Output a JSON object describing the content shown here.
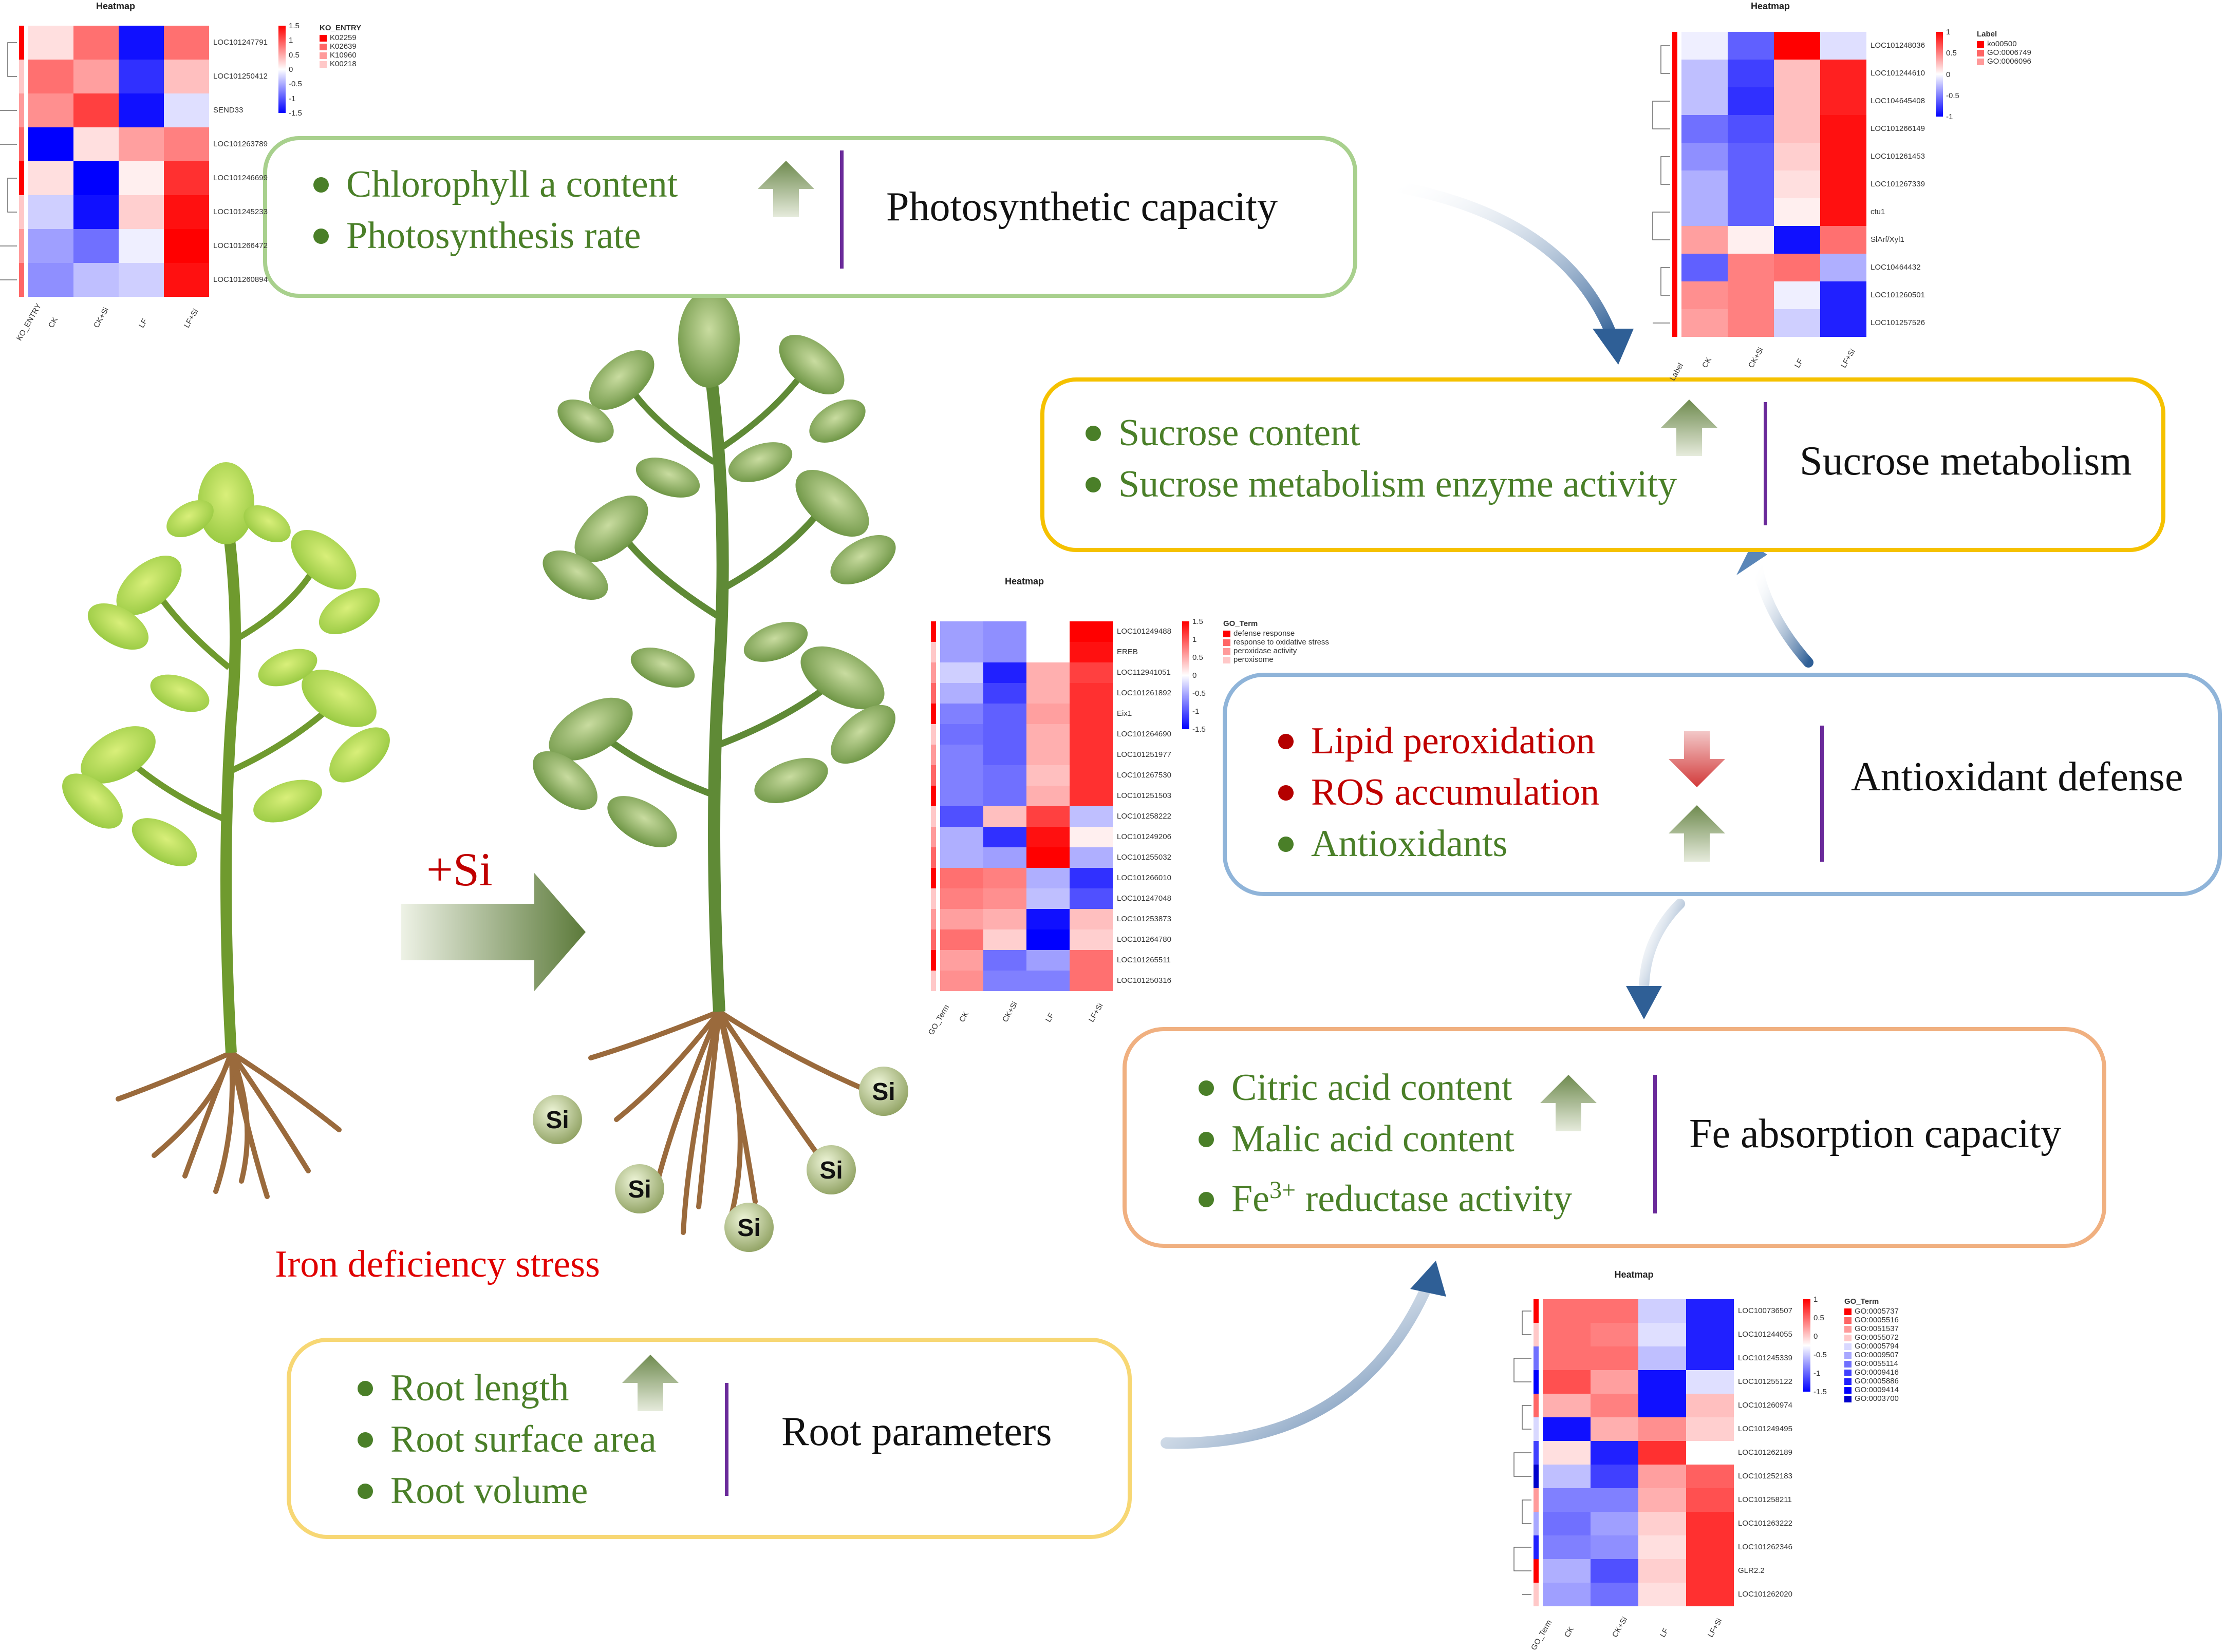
{
  "colors": {
    "green_text": "#4a7f28",
    "red_text": "#c00000",
    "box_green": "#a8d08d",
    "box_gold": "#f5c100",
    "box_blue": "#8fb4d9",
    "box_orange": "#f0b080",
    "box_yellow": "#f7d774",
    "divider": "#6a2a9a",
    "heat_high": "#ff0000",
    "heat_low": "#0000ff"
  },
  "photosynthesis": {
    "items": [
      "Chlorophyll a content",
      "Photosynthesis rate"
    ],
    "category": "Photosynthetic capacity",
    "arrow": "up"
  },
  "sucrose": {
    "items": [
      "Sucrose content",
      "Sucrose metabolism enzyme activity"
    ],
    "category": "Sucrose metabolism",
    "arrow": "up"
  },
  "antioxidant": {
    "items": [
      {
        "text": "Lipid peroxidation",
        "tone": "red"
      },
      {
        "text": "ROS accumulation",
        "tone": "red"
      },
      {
        "text": "Antioxidants",
        "tone": "green"
      }
    ],
    "category": "Antioxidant defense",
    "arrows": [
      "down",
      "up"
    ]
  },
  "fe_absorption": {
    "items": [
      "Citric acid content",
      "Malic acid content",
      "reductase activity"
    ],
    "fe_prefix": "Fe",
    "fe_sup": "3+",
    "category": "Fe absorption capacity",
    "arrow": "up"
  },
  "root": {
    "items": [
      "Root length",
      "Root surface area",
      "Root volume"
    ],
    "category": "Root parameters",
    "arrow": "up"
  },
  "plants": {
    "treatment_label": "+Si",
    "stress_label": "Iron deficiency stress",
    "si_label": "Si"
  },
  "heatmaps": {
    "h1": {
      "title": "Heatmap",
      "rows": [
        "LOC101247791",
        "LOC101250412",
        "SEND33",
        "LOC101263789",
        "LOC101246699",
        "LOC101245233",
        "LOC101266472",
        "LOC101260894"
      ],
      "cols": [
        "CK",
        "CK+Si",
        "LF",
        "LF+Si"
      ],
      "legend_title": "KO_ENTRY",
      "legend": [
        "K02259",
        "K02639",
        "K10960",
        "K00218"
      ],
      "scale": [
        "1.5",
        "1",
        "0.5",
        "0",
        "-0.5",
        "-1",
        "-1.5"
      ],
      "annot_label": "KO_ENTRY",
      "values": [
        [
          0.2,
          0.9,
          -1.5,
          0.9
        ],
        [
          0.9,
          0.6,
          -1.3,
          0.4
        ],
        [
          0.7,
          1.2,
          -1.5,
          -0.2
        ],
        [
          -1.6,
          0.2,
          0.6,
          0.8
        ],
        [
          0.2,
          -1.6,
          0.1,
          1.3
        ],
        [
          -0.3,
          -1.5,
          0.3,
          1.5
        ],
        [
          -0.6,
          -0.9,
          -0.1,
          1.6
        ],
        [
          -0.7,
          -0.4,
          -0.3,
          1.5
        ]
      ]
    },
    "h2": {
      "title": "Heatmap",
      "rows": [
        "LOC101248036",
        "LOC101244610",
        "LOC104645408",
        "LOC101266149",
        "LOC101261453",
        "LOC101267339",
        "ctu1",
        "SlArf/Xyl1",
        "LOC10464432",
        "LOC101260501",
        "LOC101257526"
      ],
      "cols": [
        "CK",
        "CK+Si",
        "LF",
        "LF+Si"
      ],
      "legend_title": "Label",
      "legend": [
        "ko00500",
        "GO:0006749",
        "GO:0006096"
      ],
      "scale": [
        "1",
        "0.5",
        "0",
        "-0.5",
        "-1"
      ],
      "annot_label": "Label",
      "values": [
        [
          -0.1,
          -1.0,
          1.6,
          -0.2
        ],
        [
          -0.4,
          -1.2,
          0.4,
          1.4
        ],
        [
          -0.4,
          -1.3,
          0.4,
          1.4
        ],
        [
          -0.9,
          -1.1,
          0.4,
          1.5
        ],
        [
          -0.7,
          -1.0,
          0.3,
          1.5
        ],
        [
          -0.5,
          -1.0,
          0.2,
          1.5
        ],
        [
          -0.5,
          -1.0,
          0.1,
          1.5
        ],
        [
          0.6,
          0.1,
          -1.5,
          0.9
        ],
        [
          -1.0,
          0.8,
          0.9,
          -0.5
        ],
        [
          0.7,
          0.8,
          -0.1,
          -1.4
        ],
        [
          0.6,
          0.8,
          -0.3,
          -1.4
        ]
      ]
    },
    "h3": {
      "title": "Heatmap",
      "rows": [
        "LOC101249488",
        "EREB",
        "LOC112941051",
        "LOC101261892",
        "Eix1",
        "LOC101264690",
        "LOC101251977",
        "LOC101267530",
        "LOC101251503",
        "LOC101258222",
        "LOC101249206",
        "LOC101255032",
        "LOC101266010",
        "LOC101247048",
        "LOC101253873",
        "LOC101264780",
        "LOC101265511",
        "LOC101250316"
      ],
      "cols": [
        "CK",
        "CK+Si",
        "LF",
        "LF+Si"
      ],
      "legend_title": "GO_Term",
      "legend": [
        "defense response",
        "response to oxidative stress",
        "peroxidase activity",
        "peroxisome"
      ],
      "scale": [
        "1.5",
        "1",
        "0.5",
        "0",
        "-0.5",
        "-1",
        "-1.5"
      ],
      "annot_label": "GO_Term",
      "values": [
        [
          -0.6,
          -0.7,
          0.0,
          1.6
        ],
        [
          -0.6,
          -0.7,
          0.0,
          1.5
        ],
        [
          -0.3,
          -1.4,
          0.5,
          1.2
        ],
        [
          -0.5,
          -1.2,
          0.5,
          1.3
        ],
        [
          -0.8,
          -1.0,
          0.6,
          1.3
        ],
        [
          -0.9,
          -1.0,
          0.5,
          1.3
        ],
        [
          -0.8,
          -1.0,
          0.5,
          1.3
        ],
        [
          -0.8,
          -0.9,
          0.4,
          1.3
        ],
        [
          -0.8,
          -0.9,
          0.5,
          1.3
        ],
        [
          -1.1,
          0.4,
          1.2,
          -0.4
        ],
        [
          -0.5,
          -1.3,
          1.5,
          0.1
        ],
        [
          -0.5,
          -0.6,
          1.6,
          -0.5
        ],
        [
          0.9,
          0.8,
          -0.5,
          -1.3
        ],
        [
          0.8,
          0.7,
          -0.4,
          -1.1
        ],
        [
          0.6,
          0.5,
          -1.5,
          0.4
        ],
        [
          0.9,
          0.3,
          -1.6,
          0.3
        ],
        [
          0.6,
          -0.9,
          -0.6,
          0.9
        ],
        [
          0.7,
          -0.8,
          -0.8,
          0.9
        ]
      ]
    },
    "h4": {
      "title": "Heatmap",
      "rows": [
        "LOC100736507",
        "LOC101244055",
        "LOC101245339",
        "LOC101255122",
        "LOC101260974",
        "LOC101249495",
        "LOC101262189",
        "LOC101252183",
        "LOC101258211",
        "LOC101263222",
        "LOC101262346",
        "GLR2.2",
        "LOC101262020"
      ],
      "cols": [
        "CK",
        "CK+Si",
        "LF",
        "LF+Si"
      ],
      "legend_title": "GO_Term",
      "legend": [
        "GO:0005737",
        "GO:0005516",
        "GO:0051537",
        "GO:0055072",
        "GO:0005794",
        "GO:0009507",
        "GO:0055114",
        "GO:0009416",
        "GO:0005886",
        "GO:0009414",
        "GO:0003700"
      ],
      "scale": [
        "1",
        "0.5",
        "0",
        "-0.5",
        "-1",
        "-1.5"
      ],
      "annot_label": "GO_Term",
      "values": [
        [
          0.9,
          0.9,
          -0.3,
          -1.4
        ],
        [
          0.9,
          0.8,
          -0.2,
          -1.4
        ],
        [
          0.9,
          0.9,
          -0.4,
          -1.4
        ],
        [
          1.1,
          0.6,
          -1.5,
          -0.2
        ],
        [
          0.5,
          0.8,
          -1.5,
          0.4
        ],
        [
          -1.5,
          0.5,
          0.7,
          0.3
        ],
        [
          0.2,
          -1.4,
          1.3,
          0.0
        ],
        [
          -0.4,
          -1.2,
          0.6,
          1.0
        ],
        [
          -0.8,
          -0.8,
          0.5,
          1.1
        ],
        [
          -0.9,
          -0.6,
          0.3,
          1.3
        ],
        [
          -0.8,
          -0.7,
          0.2,
          1.3
        ],
        [
          -0.5,
          -1.1,
          0.3,
          1.3
        ],
        [
          -0.6,
          -0.9,
          0.2,
          1.3
        ]
      ]
    }
  }
}
